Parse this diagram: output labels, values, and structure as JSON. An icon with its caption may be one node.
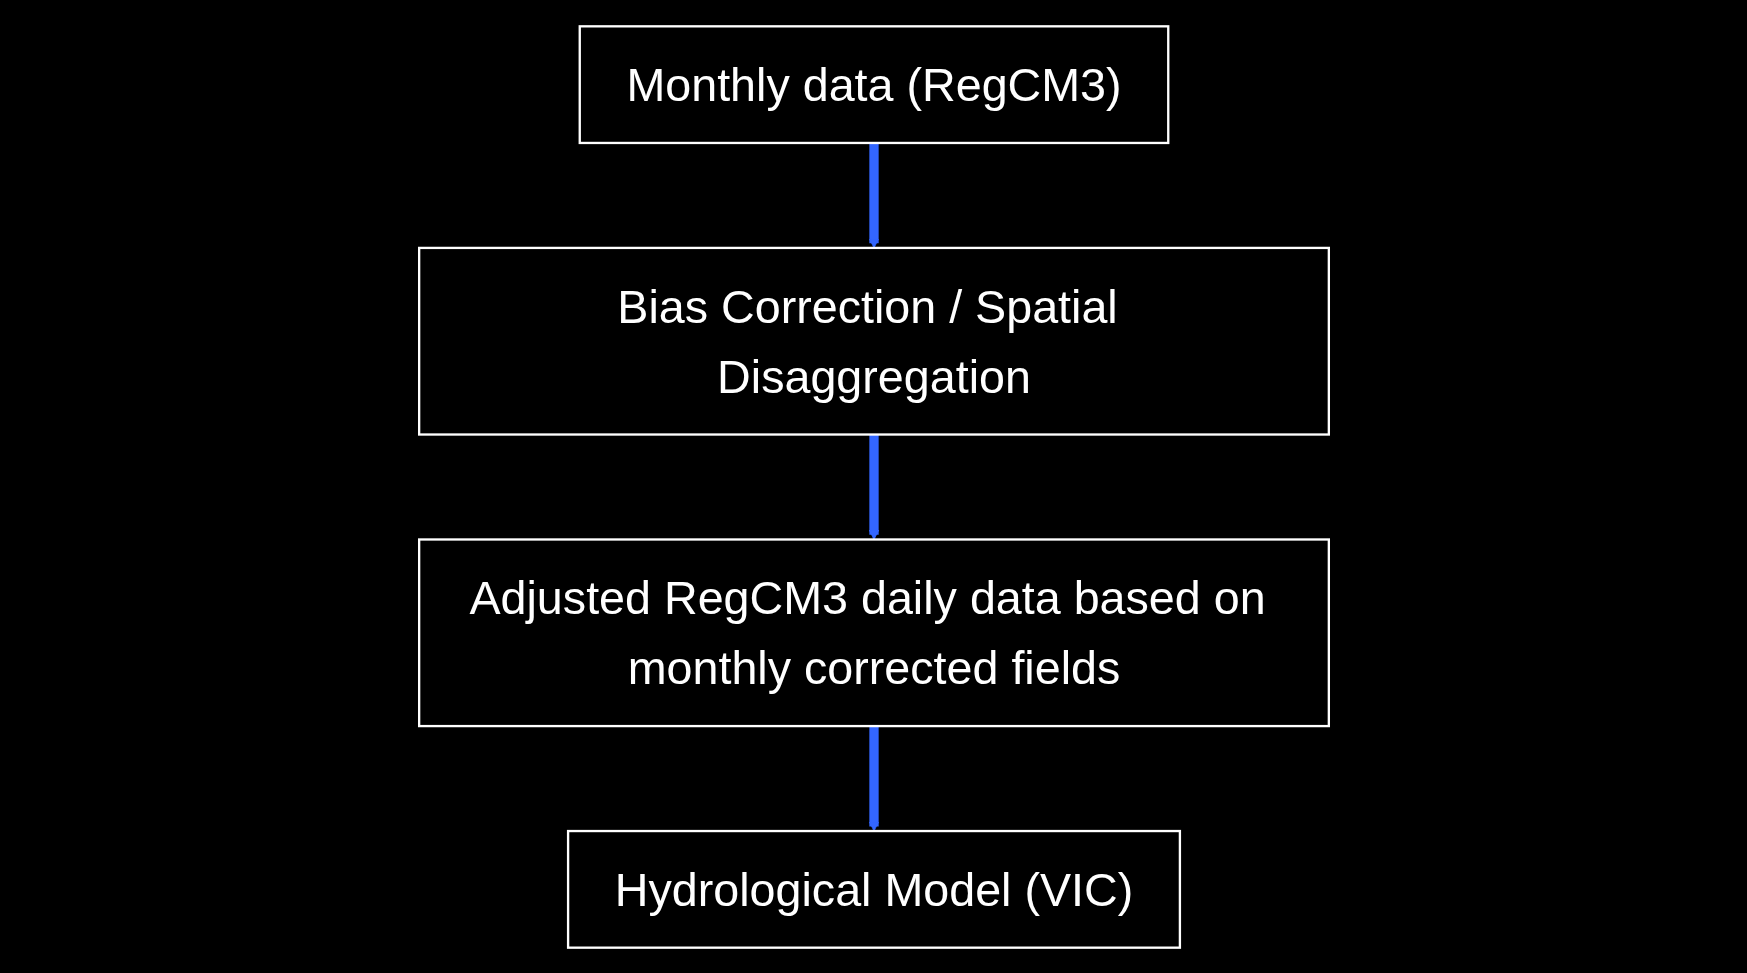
{
  "diagram": {
    "nodes": [
      {
        "text": [
          "Monthly data (RegCM3)"
        ]
      },
      {
        "text": [
          "Bias Correction / Spatial Disaggregation"
        ]
      },
      {
        "text": [
          "Adjusted RegCM3 daily data based on monthly corrected fields"
        ]
      },
      {
        "text": [
          "Hydrological Model (VIC)"
        ]
      }
    ],
    "edges": [
      {
        "from": 0,
        "to": 1,
        "arrow": "to"
      },
      {
        "from": 1,
        "to": 2,
        "arrow": "to"
      },
      {
        "from": 2,
        "to": 3,
        "arrow": "to"
      }
    ]
  }
}
